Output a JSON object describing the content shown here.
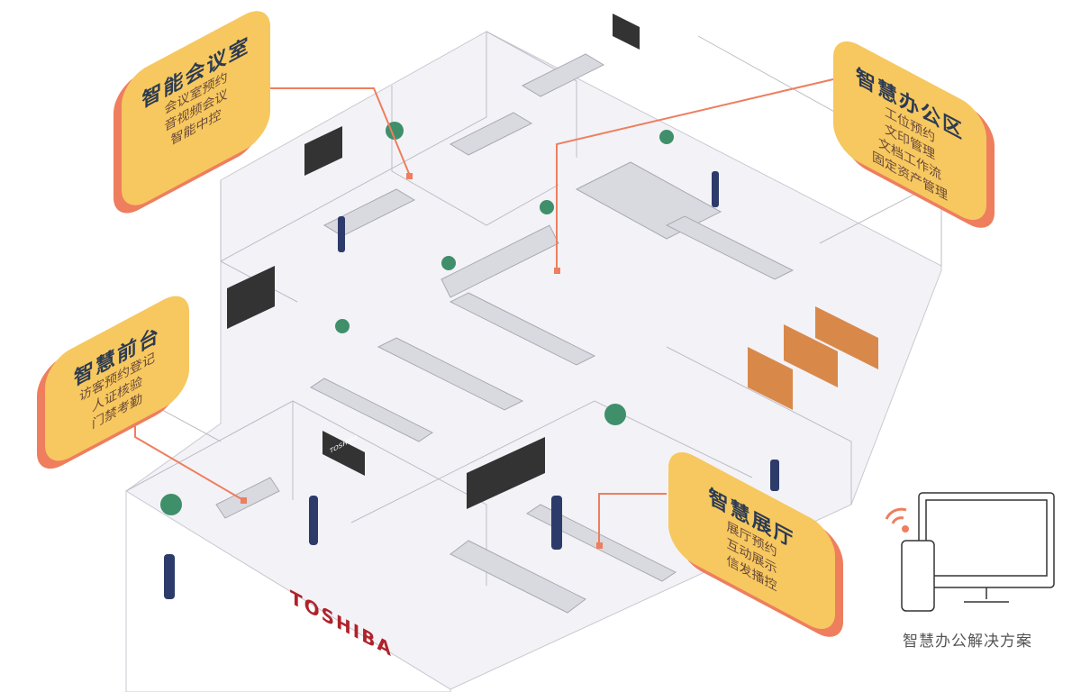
{
  "callouts": {
    "meeting": {
      "title": "智能会议室",
      "items": [
        "会议室预约",
        "音视频会议",
        "智能中控"
      ]
    },
    "office": {
      "title": "智慧办公区",
      "items": [
        "工位预约",
        "文印管理",
        "文档工作流",
        "固定资产管理"
      ]
    },
    "reception": {
      "title": "智慧前台",
      "items": [
        "访客预约登记",
        "人证核验",
        "门禁考勤"
      ]
    },
    "exhibition": {
      "title": "智慧展厅",
      "items": [
        "展厅预约",
        "互动展示",
        "信发播控"
      ]
    }
  },
  "brand": {
    "wall_logo": "TOSHIBA",
    "screen_logo": "TOSHIBA"
  },
  "solution_label": "智慧办公解决方案",
  "colors": {
    "card": "#f6c85f",
    "card_shadow": "#ee7e5e",
    "connector": "#ee7e5e",
    "title": "#2d3b52"
  }
}
